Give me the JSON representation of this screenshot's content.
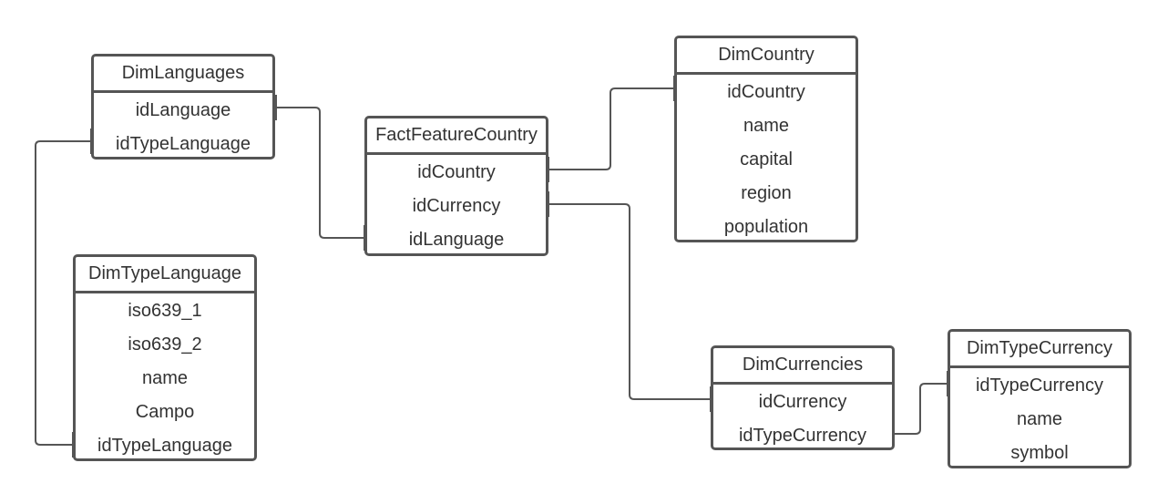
{
  "entities": {
    "dim_languages": {
      "title": "DimLanguages",
      "fields": [
        "idLanguage",
        "idTypeLanguage"
      ]
    },
    "dim_type_language": {
      "title": "DimTypeLanguage",
      "fields": [
        "iso639_1",
        "iso639_2",
        "name",
        "Campo",
        "idTypeLanguage"
      ]
    },
    "fact_feature_country": {
      "title": "FactFeatureCountry",
      "fields": [
        "idCountry",
        "idCurrency",
        "idLanguage"
      ]
    },
    "dim_country": {
      "title": "DimCountry",
      "fields": [
        "idCountry",
        "name",
        "capital",
        "region",
        "population"
      ]
    },
    "dim_currencies": {
      "title": "DimCurrencies",
      "fields": [
        "idCurrency",
        "idTypeCurrency"
      ]
    },
    "dim_type_currency": {
      "title": "DimTypeCurrency",
      "fields": [
        "idTypeCurrency",
        "name",
        "symbol"
      ]
    }
  },
  "colors": {
    "line": "#555555",
    "text": "#333333",
    "background": "#ffffff"
  }
}
